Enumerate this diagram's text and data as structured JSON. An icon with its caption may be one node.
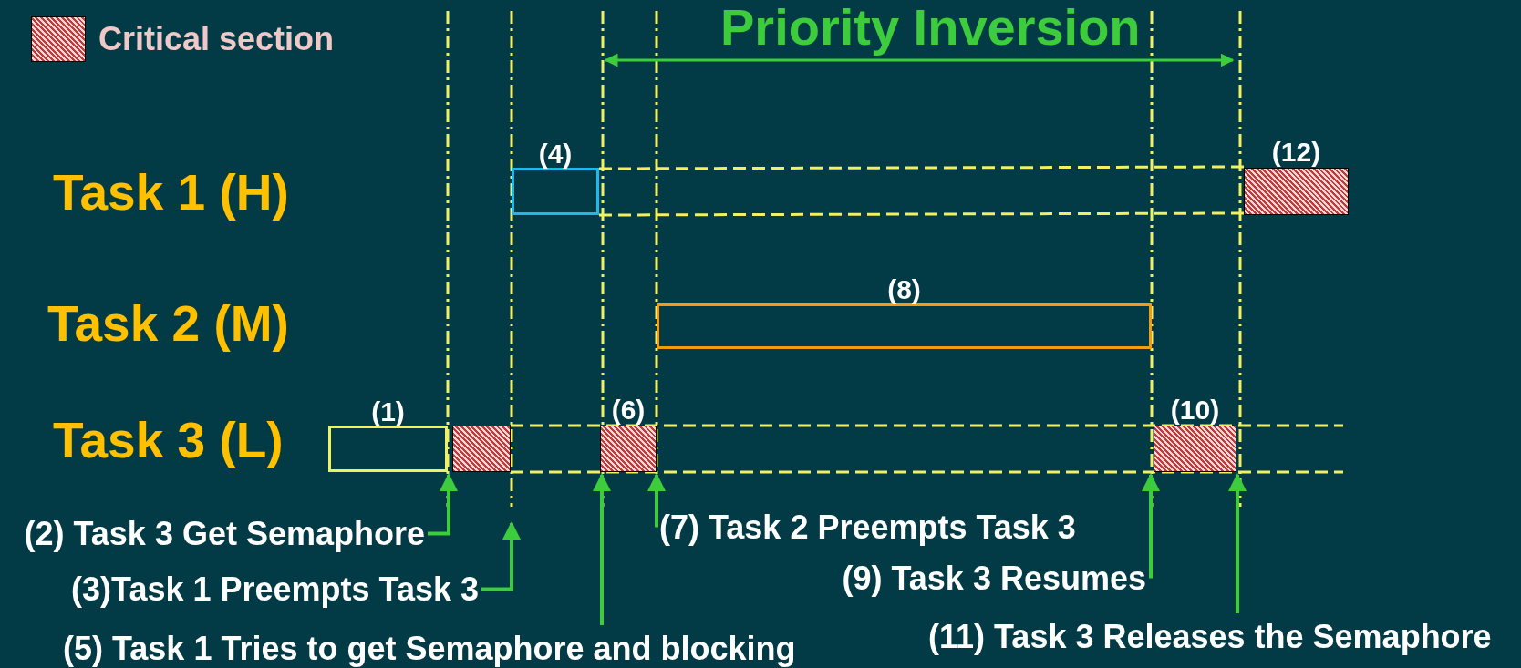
{
  "diagram": {
    "title": "Priority Inversion",
    "nodes": [
      {
        "text": [
          "(4)"
        ]
      },
      {
        "text": [
          "(12)"
        ]
      },
      {
        "text": [
          "(8)"
        ]
      },
      {
        "text": [
          "(1)"
        ]
      },
      {
        "text": [],
        "shape": "box"
      },
      {
        "text": [
          "(6)"
        ]
      },
      {
        "text": [
          "(10)"
        ]
      },
      {
        "text": [
          "(2) Task 3 Get Semaphore"
        ]
      },
      {
        "text": [
          "(3)Task 1 Preempts Task 3"
        ]
      },
      {
        "text": [
          "(5) Task 1 Tries to get Semaphore and blocking"
        ]
      },
      {
        "text": [
          "(7) Task 2 Preempts Task 3"
        ]
      },
      {
        "text": [
          "(9) Task 3 Resumes"
        ]
      },
      {
        "text": [
          "(11) Task 3 Releases the Semaphore"
        ]
      }
    ],
    "edges": [
      {
        "from": 7,
        "to": 4,
        "arrow": "to"
      },
      {
        "from": 8,
        "to": null,
        "arrow": "to"
      },
      {
        "from": 9,
        "to": 5,
        "arrow": "to"
      },
      {
        "from": 10,
        "to": 5,
        "arrow": "to"
      },
      {
        "from": 11,
        "to": 6,
        "arrow": "to"
      },
      {
        "from": 12,
        "to": 6,
        "arrow": "to"
      }
    ],
    "labels": [
      "Task 1 (H)",
      "Task 2 (M)",
      "Task 3 (L)"
    ],
    "legend": [
      {
        "text": "Critical section"
      }
    ]
  }
}
